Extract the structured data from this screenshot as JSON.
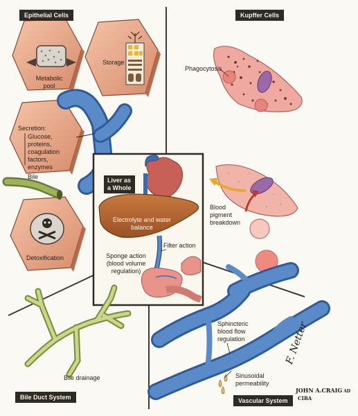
{
  "sections": {
    "epithelial": "Epithelial Cells",
    "kupffer": "Kupffer Cells",
    "bile_duct": "Bile Duct System",
    "vascular": "Vascular System"
  },
  "epithelial": {
    "metabolic_pool": [
      "Metabolic",
      "pool"
    ],
    "storage": "Storage",
    "secretion_title": "Secretion:",
    "secretion_items": [
      "Glucose,",
      "proteins,",
      "coagulation",
      "factors,",
      "enzymes"
    ],
    "bile": "Bile",
    "detoxification": "Detoxification"
  },
  "center": {
    "title": [
      "Liver as",
      "a Whole"
    ],
    "electrolyte": [
      "Electrolyte and water",
      "balance"
    ],
    "filter": "Filter action",
    "sponge": [
      "Sponge action",
      "(blood volume",
      "regulation)"
    ]
  },
  "kupffer": {
    "phagocytosis": "Phagocytosis",
    "pigment": [
      "Blood",
      "pigment",
      "breakdown"
    ]
  },
  "bile_duct": {
    "drainage": "Bile drainage"
  },
  "vascular": {
    "sphincteric": [
      "Sphincteric",
      "blood flow",
      "regulation"
    ],
    "sinusoidal": [
      "Sinusoidal",
      "permeability"
    ]
  },
  "signatures": {
    "netter": "F. Netter",
    "craig": "JOHN A.CRAIG",
    "craig_suffix": "AD",
    "ciba": "CIBA"
  },
  "colors": {
    "hex_face": "#e8a888",
    "hex_side": "#c97c5c",
    "liver": "#b86a35",
    "vessel_blue": "#4a78b8",
    "kupffer_pink": "#f0a9a0",
    "bile_green": "#8aa048"
  }
}
